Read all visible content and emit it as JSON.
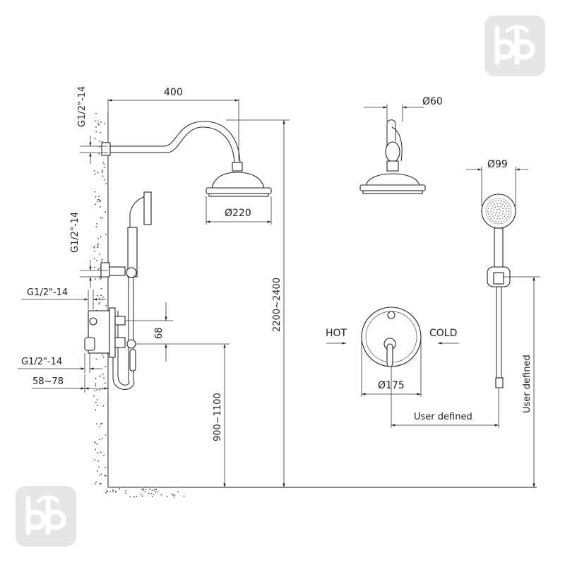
{
  "dimensions": {
    "arm_length": "400",
    "thread_top": "G1/2\"-14",
    "thread_middle": "G1/2\"-14",
    "thread_left": "G1/2\"-14",
    "thread_bottom": "G1/2\"-14",
    "wall_depth": "58~78",
    "head_diameter": "Ø220",
    "total_height": "2200~2400",
    "valve_height": "900~1100",
    "valve_offset": "68",
    "head_top_diameter": "Ø60",
    "hand_shower_diameter": "Ø99",
    "valve_diameter": "Ø175",
    "hot_label": "HOT",
    "cold_label": "COLD",
    "user_defined_h": "User defined",
    "user_defined_v": "User defined"
  },
  "colors": {
    "line": "#222222",
    "logo_bg": "#e6e6e6",
    "logo_fg": "#ffffff"
  },
  "icons": {
    "logo": "bb-brand-logo"
  }
}
